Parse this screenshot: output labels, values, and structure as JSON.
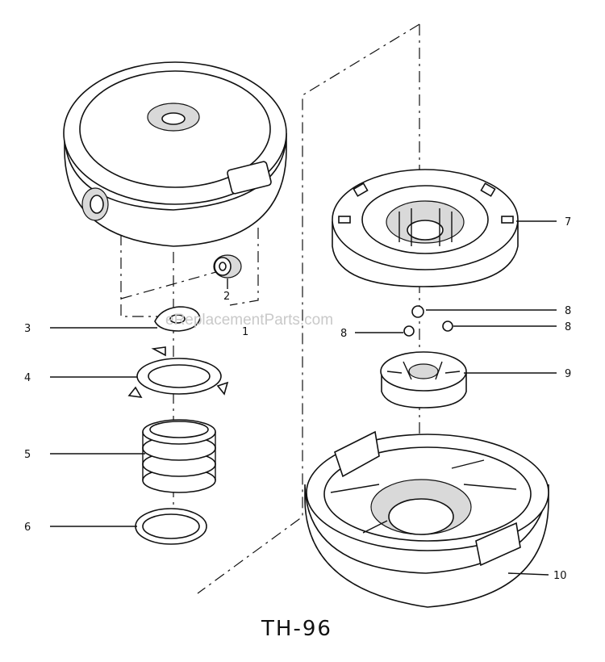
{
  "parts": {
    "p1": "1",
    "p2": "2",
    "p3": "3",
    "p4": "4",
    "p5": "5",
    "p6": "6",
    "p7": "7",
    "p8a": "8",
    "p8b": "8",
    "p8c": "8",
    "p9": "9",
    "p10": "10"
  },
  "caption": "TH-96",
  "watermark": "eReplacementParts.com"
}
